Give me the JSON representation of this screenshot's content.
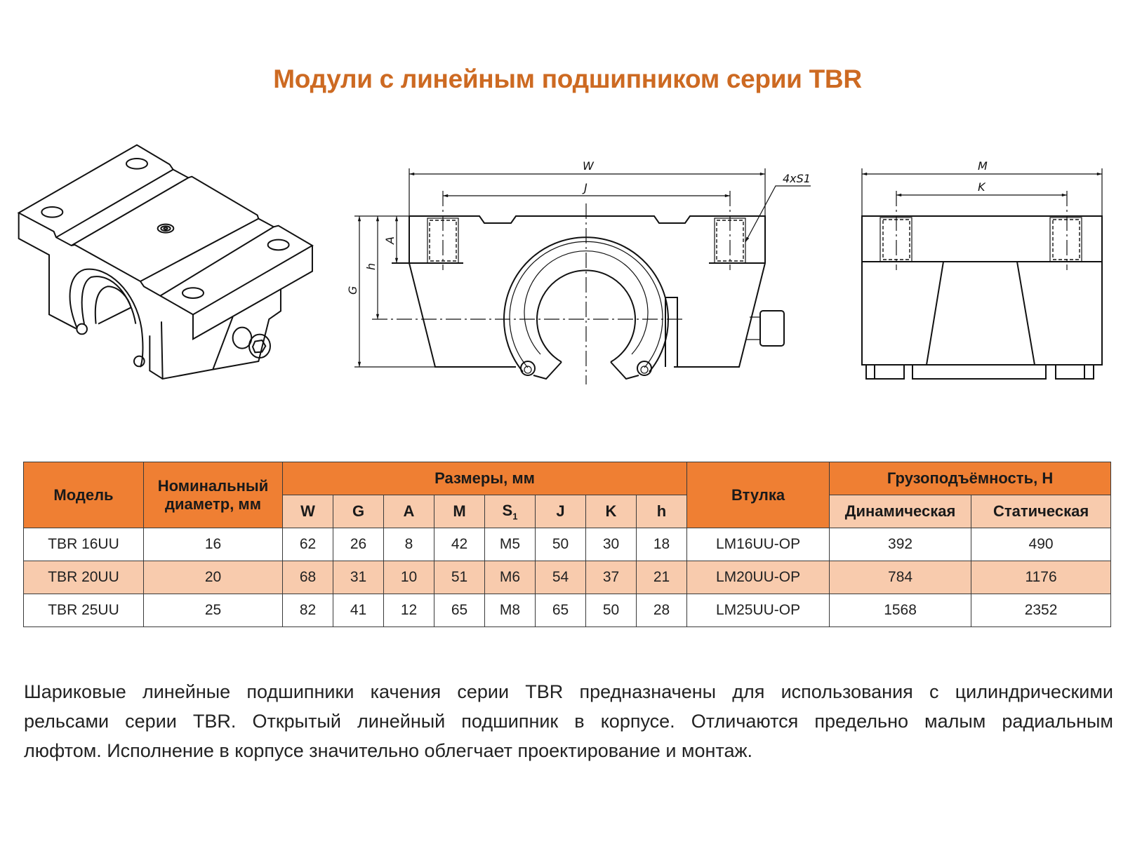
{
  "title": "Модули с линейным подшипником серии TBR",
  "drawing_labels": {
    "W": "W",
    "J": "J",
    "G": "G",
    "h": "h",
    "A": "A",
    "S": "4xS1",
    "M": "M",
    "K": "K"
  },
  "table": {
    "headers": {
      "model": "Модель",
      "diameter_line1": "Номинальный",
      "diameter_line2": "диаметр, мм",
      "dimensions": "Размеры, мм",
      "dims": [
        "W",
        "G",
        "A",
        "M",
        "S",
        "J",
        "K",
        "h"
      ],
      "s_sub": "1",
      "sleeve": "Втулка",
      "load": "Грузоподъёмность, Н",
      "dynamic": "Динамическая",
      "static": "Статическая"
    },
    "rows": [
      {
        "model": "TBR 16UU",
        "d": "16",
        "W": "62",
        "G": "26",
        "A": "8",
        "M": "42",
        "S": "M5",
        "J": "50",
        "K": "30",
        "h": "18",
        "sleeve": "LM16UU-OP",
        "dyn": "392",
        "stat": "490"
      },
      {
        "model": "TBR 20UU",
        "d": "20",
        "W": "68",
        "G": "31",
        "A": "10",
        "M": "51",
        "S": "M6",
        "J": "54",
        "K": "37",
        "h": "21",
        "sleeve": "LM20UU-OP",
        "dyn": "784",
        "stat": "1176"
      },
      {
        "model": "TBR 25UU",
        "d": "25",
        "W": "82",
        "G": "41",
        "A": "12",
        "M": "65",
        "S": "M8",
        "J": "65",
        "K": "50",
        "h": "28",
        "sleeve": "LM25UU-OP",
        "dyn": "1568",
        "stat": "2352"
      }
    ]
  },
  "description": [
    "Шариковые линейные подшипники качения серии TBR предназначены для использования с цилиндрическими",
    "рельсами серии TBR. Открытый линейный подшипник в корпусе. Отличаются предельно малым радиальным",
    "люфтом. Исполнение в корпусе значительно облегчает проектирование и монтаж."
  ],
  "colors": {
    "title": "#cd6a22",
    "header": "#ef7f33",
    "header_light": "#f8cbad"
  }
}
